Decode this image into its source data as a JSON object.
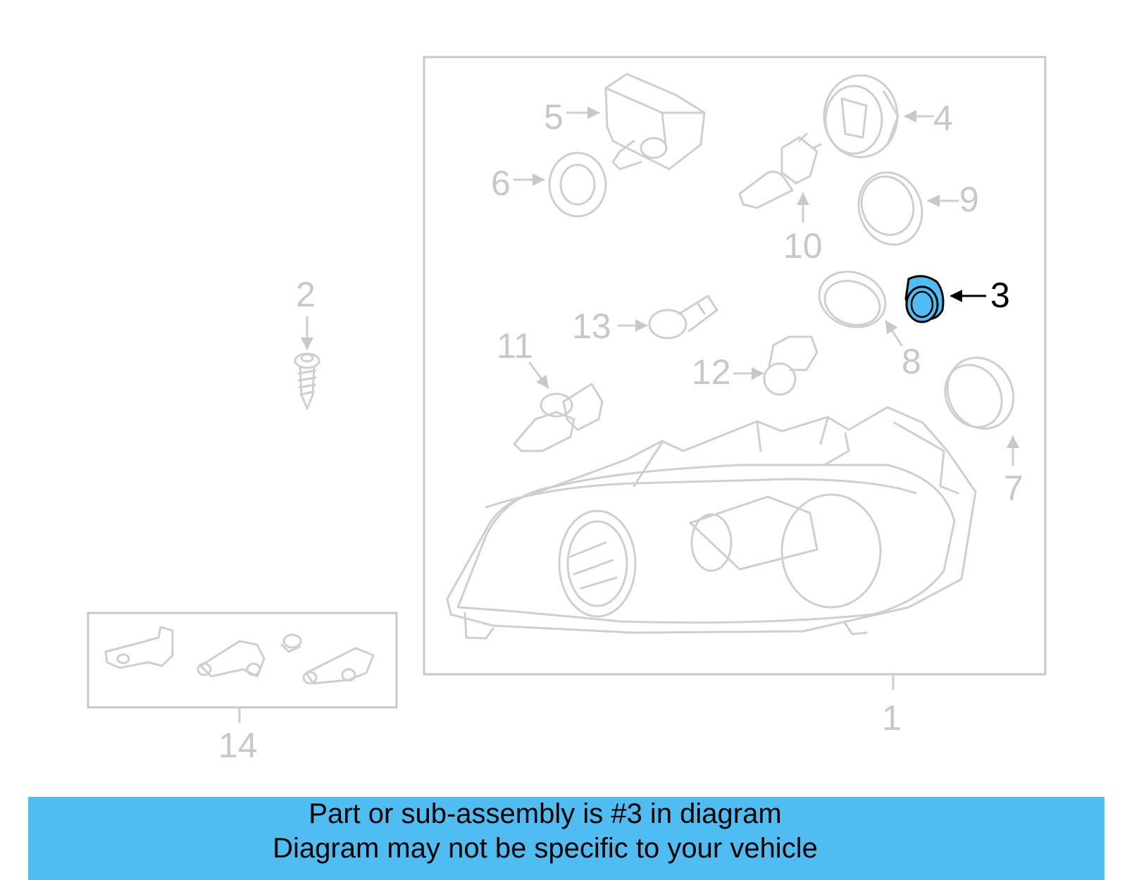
{
  "callouts": {
    "c1": "1",
    "c2": "2",
    "c3": "3",
    "c4": "4",
    "c5": "5",
    "c6": "6",
    "c7": "7",
    "c8": "8",
    "c9": "9",
    "c10": "10",
    "c11": "11",
    "c12": "12",
    "c13": "13",
    "c14": "14"
  },
  "highlight": {
    "part": "3",
    "color": "#4fbcf2"
  },
  "banner": {
    "line1": "Part or sub-assembly is #3 in diagram",
    "line2": "Diagram may not be specific to your vehicle",
    "background": "#4fbcf2"
  }
}
